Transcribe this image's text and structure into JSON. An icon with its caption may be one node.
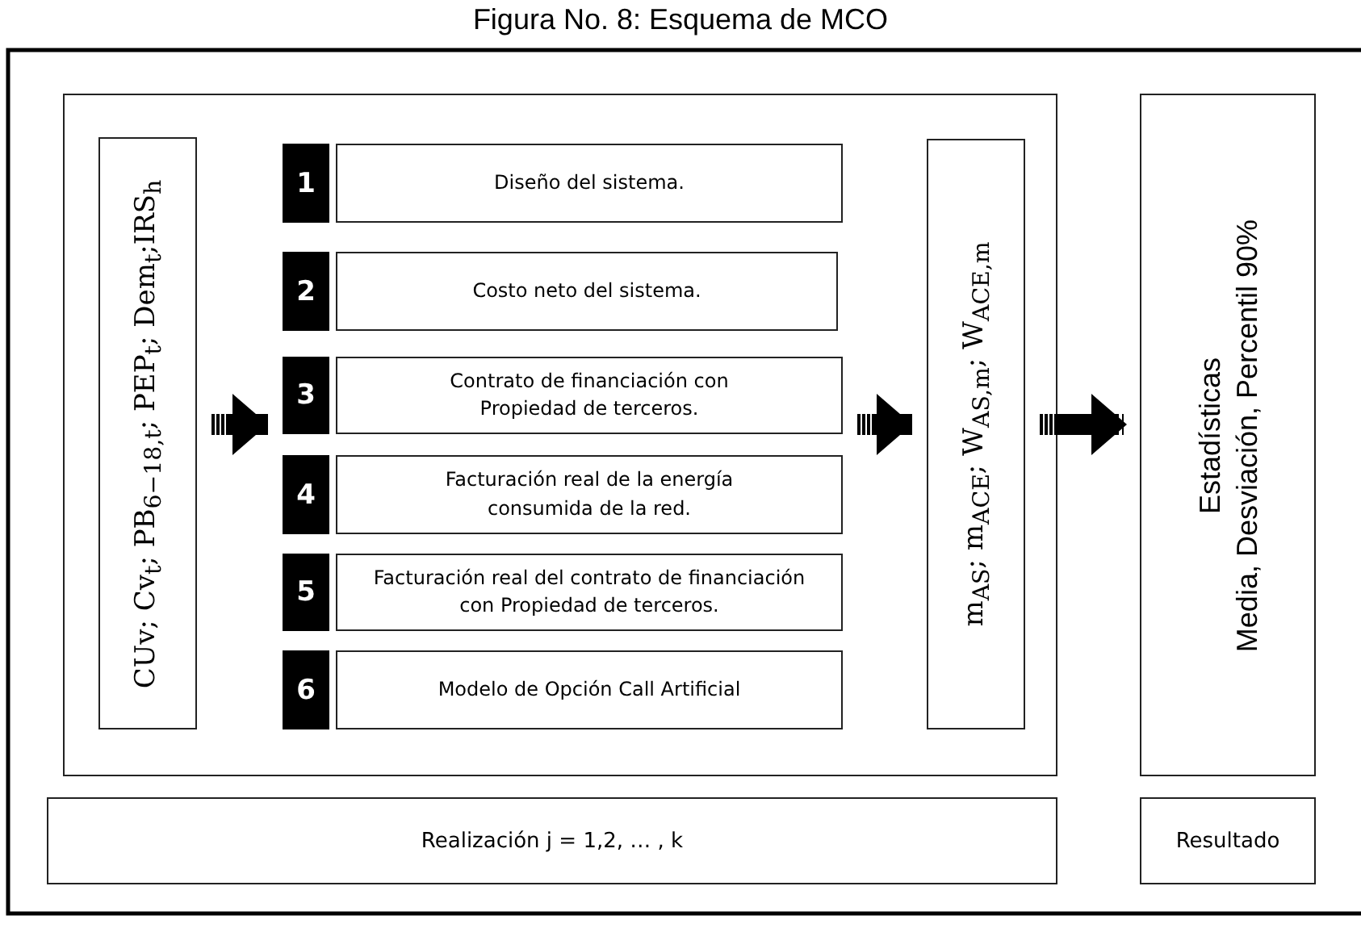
{
  "diagram": {
    "title": "Figura No.  8: Esquema de MCO",
    "nodes": [
      {
        "text": [],
        "shape": "box"
      },
      {
        "text": [
          "CUv; Cv$_{t}$; PB$_{6−18,t}$; PEP$_{t}$; Dem$_{t}$;IRS$_{h}$"
        ],
        "in": 0
      },
      {
        "text": [
          "1"
        ],
        "in": 0
      },
      {
        "text": [
          "Diseño del sistema."
        ],
        "in": 0
      },
      {
        "text": [
          "2"
        ],
        "in": 0
      },
      {
        "text": [
          "Costo neto del sistema."
        ],
        "in": 0
      },
      {
        "text": [
          "3"
        ],
        "in": 0
      },
      {
        "text": [
          "Contrato de financiación  con Propiedad de terceros."
        ],
        "in": 0
      },
      {
        "text": [
          "4"
        ],
        "in": 0
      },
      {
        "text": [
          "Facturación real de la energía consumida de la red."
        ],
        "in": 0
      },
      {
        "text": [
          "5"
        ],
        "in": 0
      },
      {
        "text": [
          "Facturación real del contrato de financiación con Propiedad de terceros."
        ],
        "in": 0
      },
      {
        "text": [
          "6"
        ],
        "in": 0
      },
      {
        "text": [
          "Modelo  de Opción Call Artificial"
        ],
        "in": 0
      },
      {
        "text": [
          "m$_{AS}$; m$_{ACE}$; W$_{AS,m}$; W$_{ACE,m}$"
        ],
        "in": 0
      },
      {
        "text": [
          "Estadísticas",
          "Media, Desviación, Percentil 90%"
        ]
      },
      {
        "text": [
          "Realización j = 1,2, … , k"
        ]
      },
      {
        "text": [
          "Resultado"
        ]
      }
    ],
    "edges": [
      {
        "from": 1,
        "to": 6,
        "arrow": "to"
      },
      {
        "from": 7,
        "to": 14,
        "arrow": "to"
      },
      {
        "from": 14,
        "to": 15,
        "arrow": "to"
      }
    ]
  }
}
